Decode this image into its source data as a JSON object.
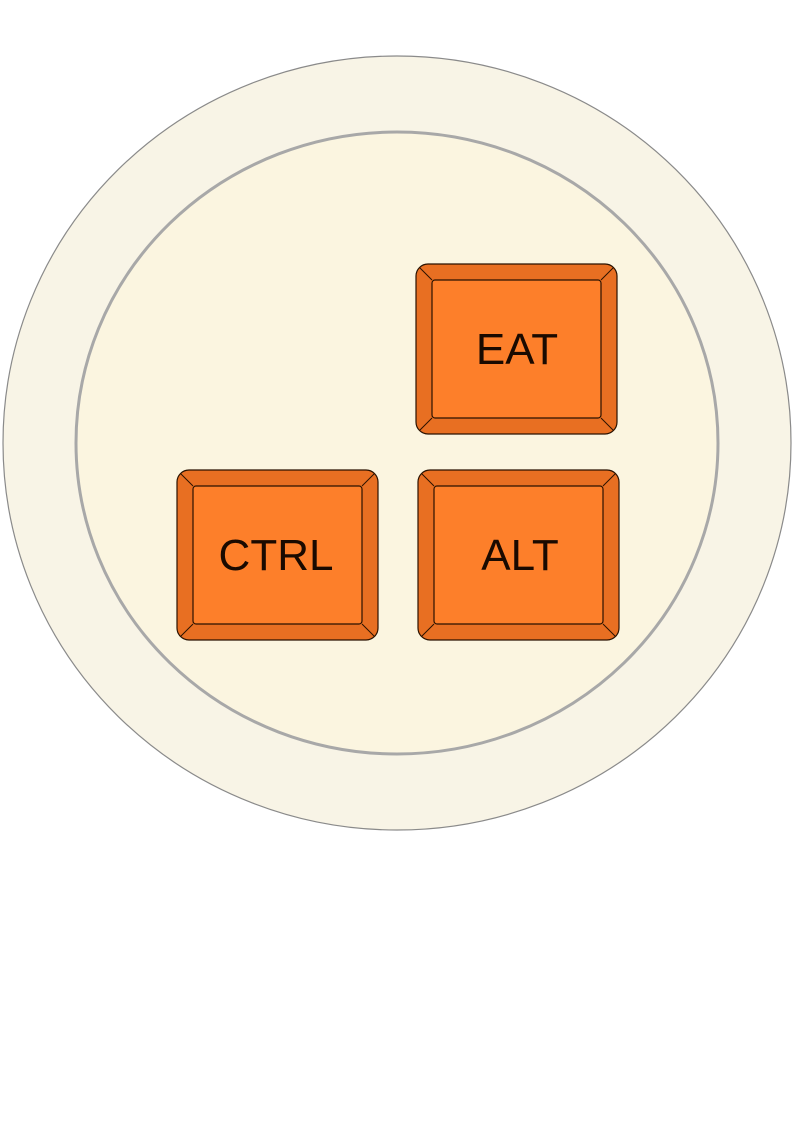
{
  "keys": [
    {
      "id": "eat",
      "label": "EAT"
    },
    {
      "id": "ctrl",
      "label": "CTRL"
    },
    {
      "id": "alt",
      "label": "ALT"
    }
  ],
  "colors": {
    "background": "#ffffff",
    "plate_rim": "#f8f4e6",
    "plate_inner": "#fbf5e0",
    "plate_rim_stroke": "#8a8a8a",
    "plate_inner_stroke": "#a8a8a8",
    "key_face": "#fd7f2a",
    "key_bevel": "#e86f22",
    "key_outline": "#2a1200",
    "key_text": "#1a0a00"
  }
}
